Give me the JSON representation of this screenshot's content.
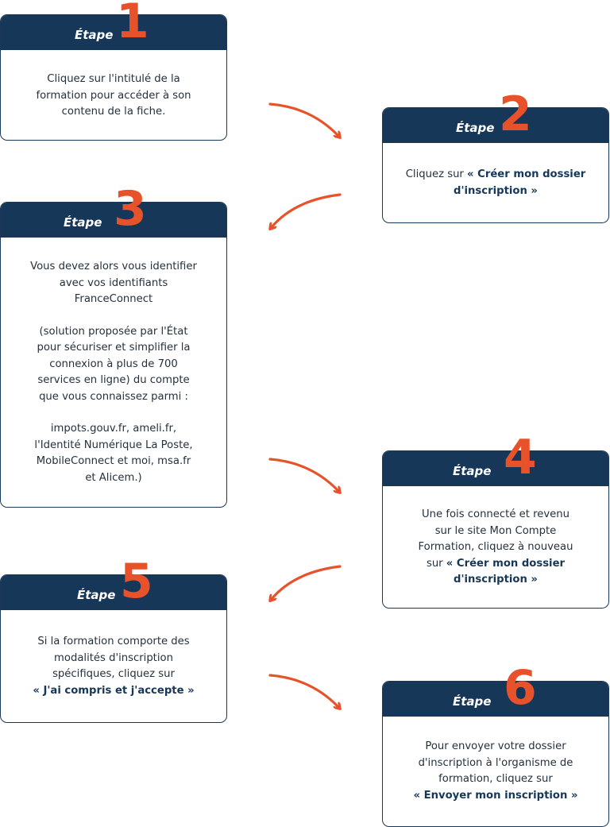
{
  "accent_color": "#e8522a",
  "header_color": "#173758",
  "steps": [
    {
      "label": "Étape",
      "number": "1",
      "body": [
        "Cliquez sur l'intitulé de la",
        "formation pour accéder à son",
        "contenu de la fiche."
      ]
    },
    {
      "label": "Étape",
      "number": "2",
      "prefix": "Cliquez sur ",
      "cta_1": "« Créer mon dossier",
      "cta_2": "d'inscription »"
    },
    {
      "label": "Étape",
      "number": "3",
      "para1": [
        "Vous devez alors vous identifier",
        "avec vos identifiants",
        "FranceConnect"
      ],
      "para2": [
        "(solution proposée par l'État",
        "pour sécuriser et simplifier la",
        "connexion à plus de 700",
        "services en ligne) du compte",
        "que vous connaissez parmi :"
      ],
      "para3": [
        "impots.gouv.fr, ameli.fr,",
        "l'Identité Numérique La Poste,",
        "MobileConnect et moi, msa.fr",
        "et Alicem.)"
      ]
    },
    {
      "label": "Étape",
      "number": "4",
      "body": [
        "Une fois connecté et revenu",
        "sur le site Mon Compte",
        "Formation, cliquez à nouveau"
      ],
      "prefix": "sur ",
      "cta_1": "« Créer mon dossier",
      "cta_2": "d'inscription »"
    },
    {
      "label": "Étape",
      "number": "5",
      "body": [
        "Si la formation comporte des",
        "modalités d'inscription",
        "spécifiques, cliquez sur"
      ],
      "cta": "« J'ai compris et j'accepte »"
    },
    {
      "label": "Étape",
      "number": "6",
      "body": [
        "Pour envoyer votre dossier",
        "d'inscription à l'organisme de",
        "formation, cliquez sur"
      ],
      "cta": "« Envoyer mon inscription »"
    }
  ]
}
